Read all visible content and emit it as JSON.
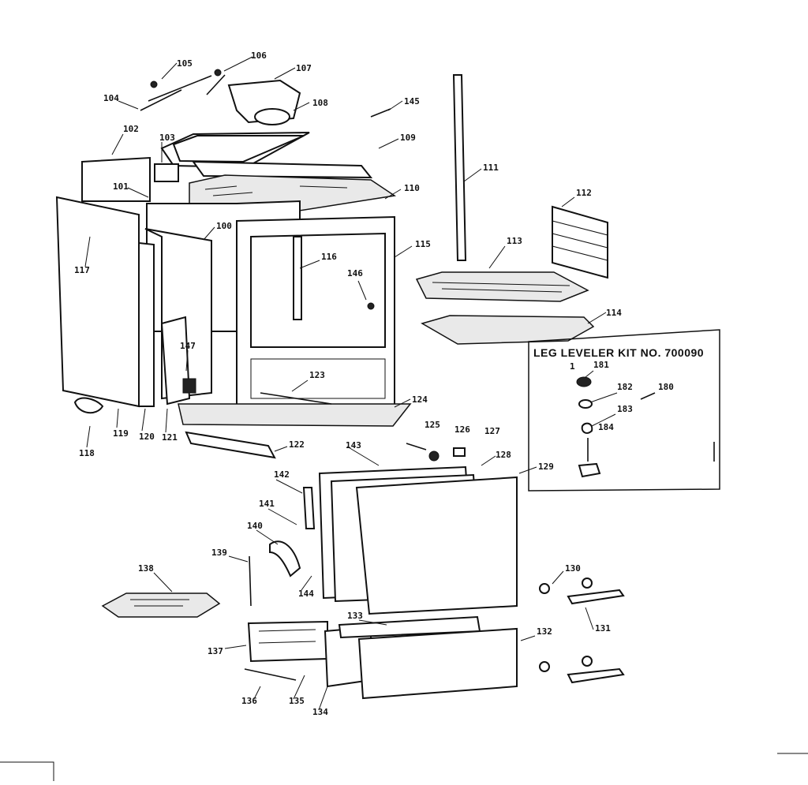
{
  "diagram": {
    "kit_box": {
      "title": "LEG LEVELER KIT NO. 700090",
      "labels": {
        "kit": "180",
        "p181": "181",
        "p182": "182",
        "p183": "183",
        "p184": "184",
        "tick": "1"
      }
    },
    "callouts": [
      {
        "id": "c100",
        "text": "100"
      },
      {
        "id": "c101",
        "text": "101"
      },
      {
        "id": "c102",
        "text": "102"
      },
      {
        "id": "c103",
        "text": "103"
      },
      {
        "id": "c104",
        "text": "104"
      },
      {
        "id": "c105",
        "text": "105"
      },
      {
        "id": "c106",
        "text": "106"
      },
      {
        "id": "c107",
        "text": "107"
      },
      {
        "id": "c108",
        "text": "108"
      },
      {
        "id": "c109",
        "text": "109"
      },
      {
        "id": "c110",
        "text": "110"
      },
      {
        "id": "c111",
        "text": "111"
      },
      {
        "id": "c112",
        "text": "112"
      },
      {
        "id": "c113",
        "text": "113"
      },
      {
        "id": "c114",
        "text": "114"
      },
      {
        "id": "c115",
        "text": "115"
      },
      {
        "id": "c116",
        "text": "116"
      },
      {
        "id": "c117",
        "text": "117"
      },
      {
        "id": "c118",
        "text": "118"
      },
      {
        "id": "c119",
        "text": "119"
      },
      {
        "id": "c120",
        "text": "120"
      },
      {
        "id": "c121",
        "text": "121"
      },
      {
        "id": "c122",
        "text": "122"
      },
      {
        "id": "c123",
        "text": "123"
      },
      {
        "id": "c124",
        "text": "124"
      },
      {
        "id": "c125",
        "text": "125"
      },
      {
        "id": "c126",
        "text": "126"
      },
      {
        "id": "c127",
        "text": "127"
      },
      {
        "id": "c128",
        "text": "128"
      },
      {
        "id": "c129",
        "text": "129"
      },
      {
        "id": "c130",
        "text": "130"
      },
      {
        "id": "c131",
        "text": "131"
      },
      {
        "id": "c132",
        "text": "132"
      },
      {
        "id": "c133",
        "text": "133"
      },
      {
        "id": "c134",
        "text": "134"
      },
      {
        "id": "c135",
        "text": "135"
      },
      {
        "id": "c136",
        "text": "136"
      },
      {
        "id": "c137",
        "text": "137"
      },
      {
        "id": "c138",
        "text": "138"
      },
      {
        "id": "c139",
        "text": "139"
      },
      {
        "id": "c140",
        "text": "140"
      },
      {
        "id": "c141",
        "text": "141"
      },
      {
        "id": "c142",
        "text": "142"
      },
      {
        "id": "c143",
        "text": "143"
      },
      {
        "id": "c144",
        "text": "144"
      },
      {
        "id": "c145",
        "text": "145"
      },
      {
        "id": "c146",
        "text": "146"
      },
      {
        "id": "c147",
        "text": "147"
      }
    ]
  }
}
